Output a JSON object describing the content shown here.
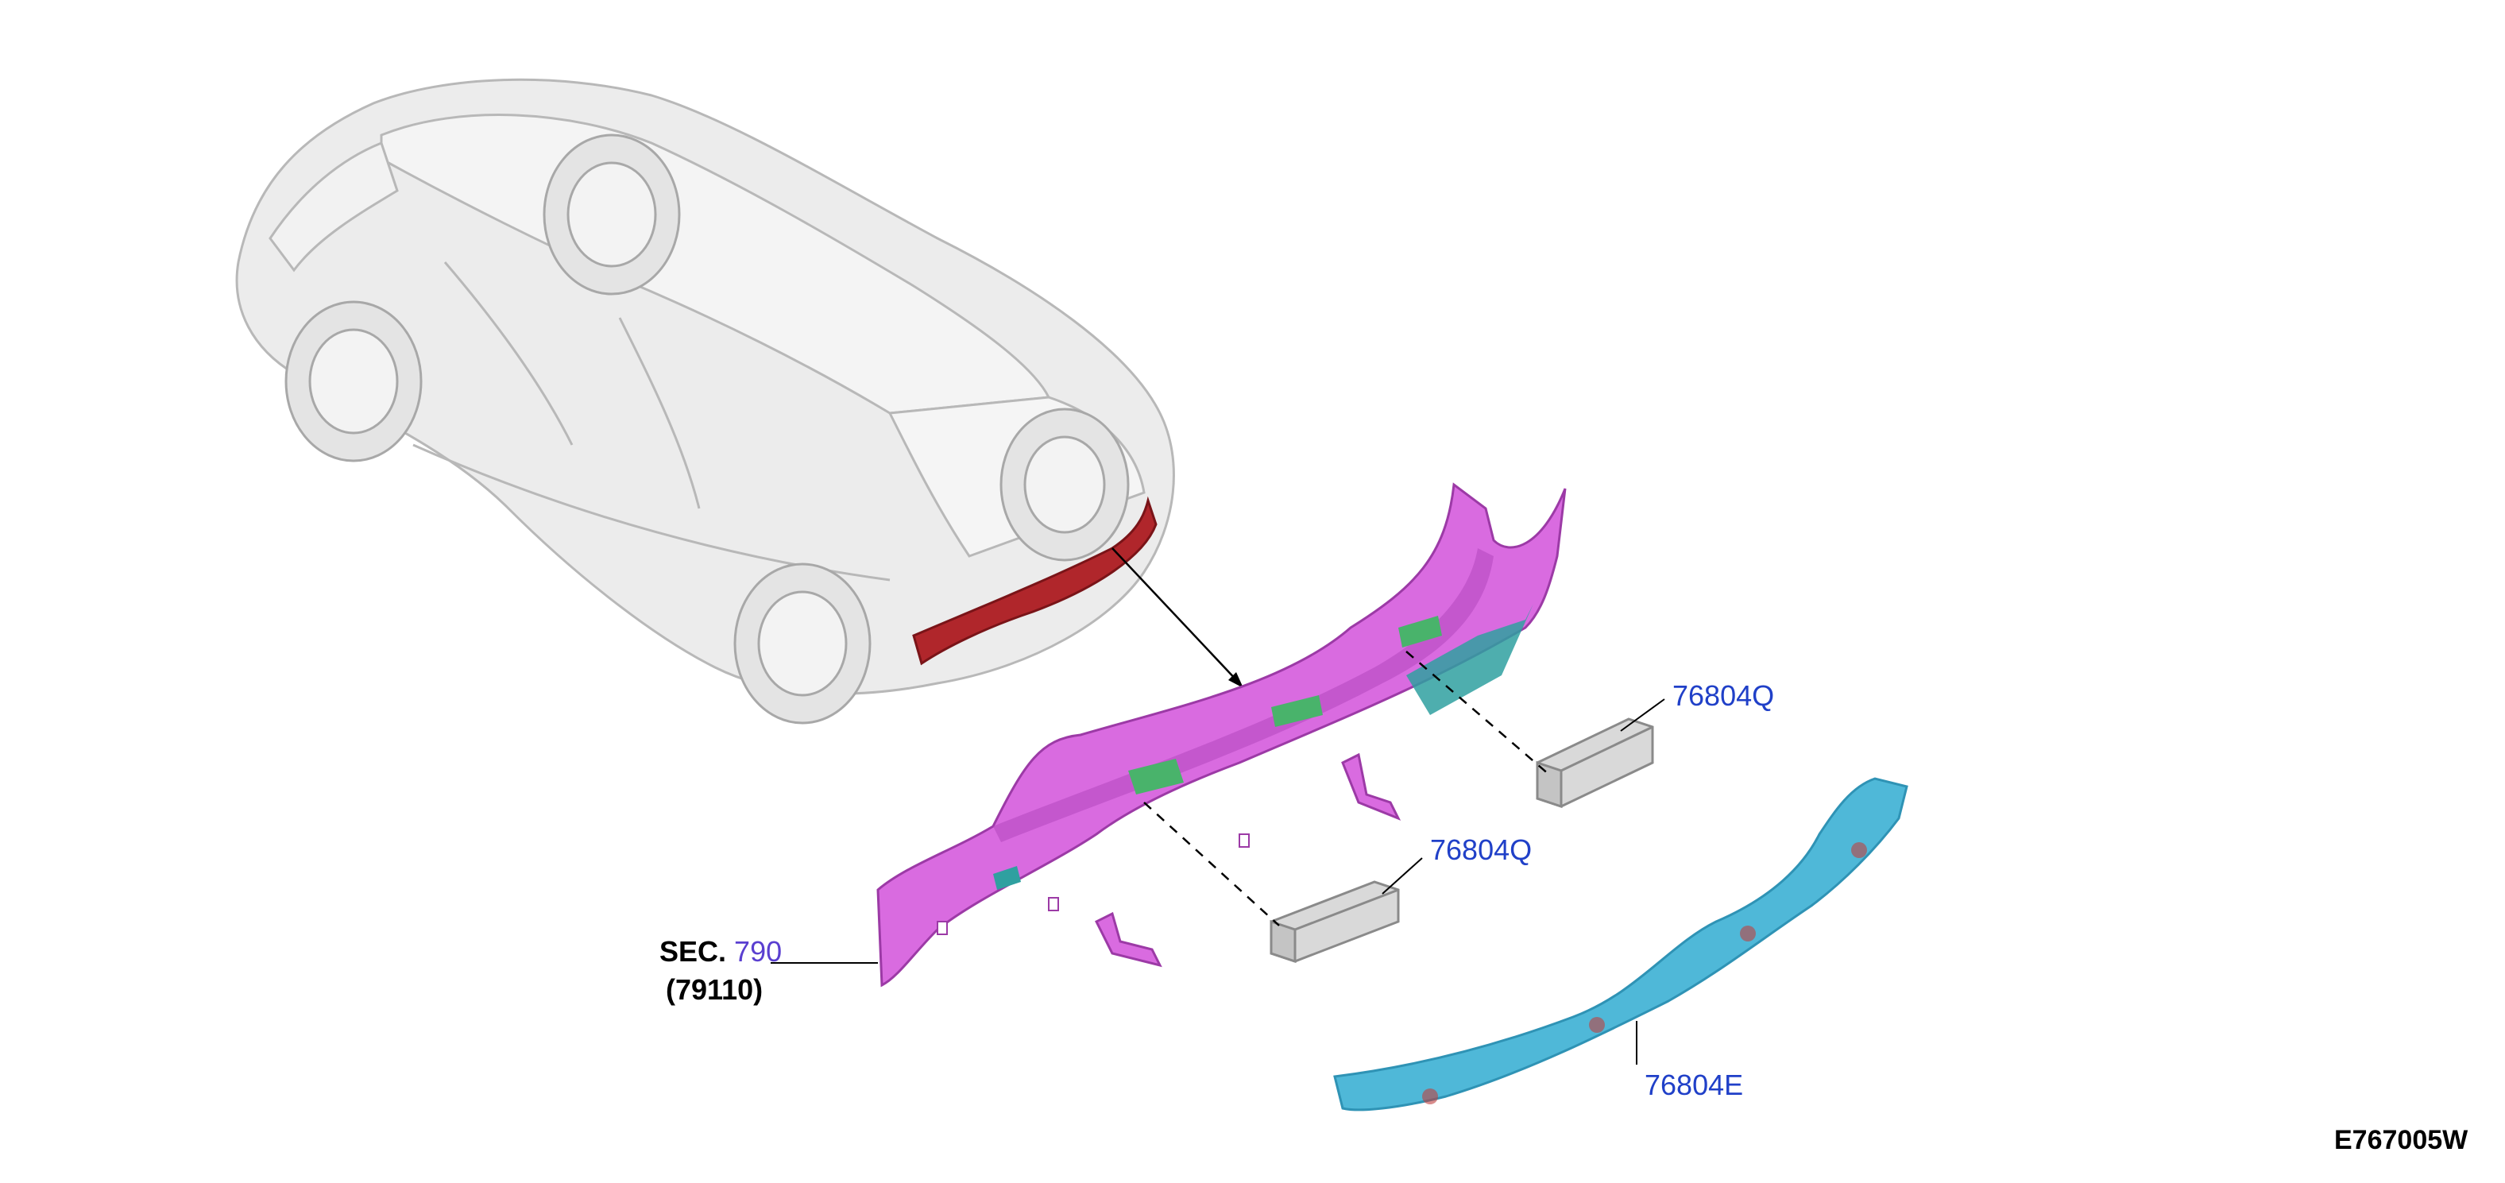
{
  "callouts": {
    "bracket_upper": "76804Q",
    "bracket_lower": "76804Q",
    "reinforcement": "76804E",
    "sec_prefix": "SEC.",
    "sec_number": "790",
    "sec_part": "(79110)"
  },
  "figure_code": "E767005W",
  "colors": {
    "panel": "#d96be0",
    "panel_dark": "#b54abf",
    "reinforcement": "#4fb8d8",
    "reinforcement_dark": "#2f93b5",
    "bracket": "#d9d9d9",
    "car_highlight": "#b0262b",
    "callout_text": "#2040c8"
  }
}
